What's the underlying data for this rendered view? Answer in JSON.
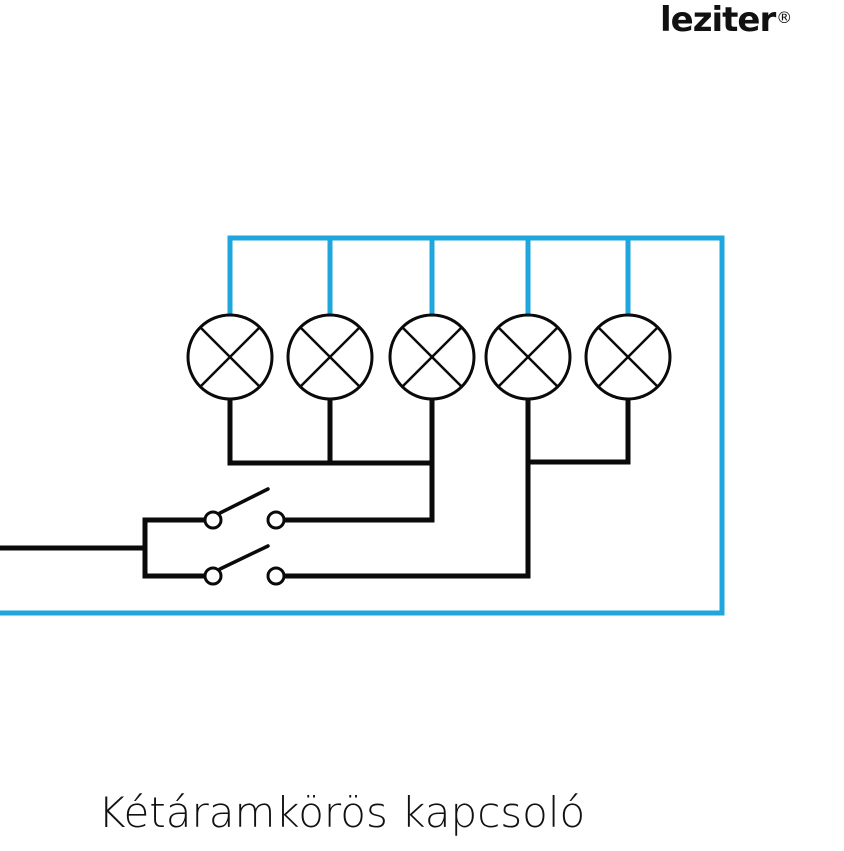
{
  "brand": {
    "name": "leziter",
    "mark": "®"
  },
  "caption": "Kétáramkörös kapcsoló",
  "colors": {
    "neutral_wire": "#1fa6dc",
    "phase_wire": "#0a0a0a",
    "background": "#ffffff"
  },
  "diagram": {
    "type": "two-circuit switch wiring schematic",
    "lamps": [
      {
        "id": 1,
        "group": "circuit-1",
        "symbol": "lamp-x"
      },
      {
        "id": 2,
        "group": "circuit-1",
        "symbol": "lamp-x"
      },
      {
        "id": 3,
        "group": "circuit-1",
        "symbol": "lamp-x"
      },
      {
        "id": 4,
        "group": "circuit-2",
        "symbol": "lamp-x"
      },
      {
        "id": 5,
        "group": "circuit-2",
        "symbol": "lamp-x"
      }
    ],
    "switches": [
      {
        "id": 1,
        "controls": "circuit-1",
        "state": "open"
      },
      {
        "id": 2,
        "controls": "circuit-2",
        "state": "open"
      }
    ]
  }
}
